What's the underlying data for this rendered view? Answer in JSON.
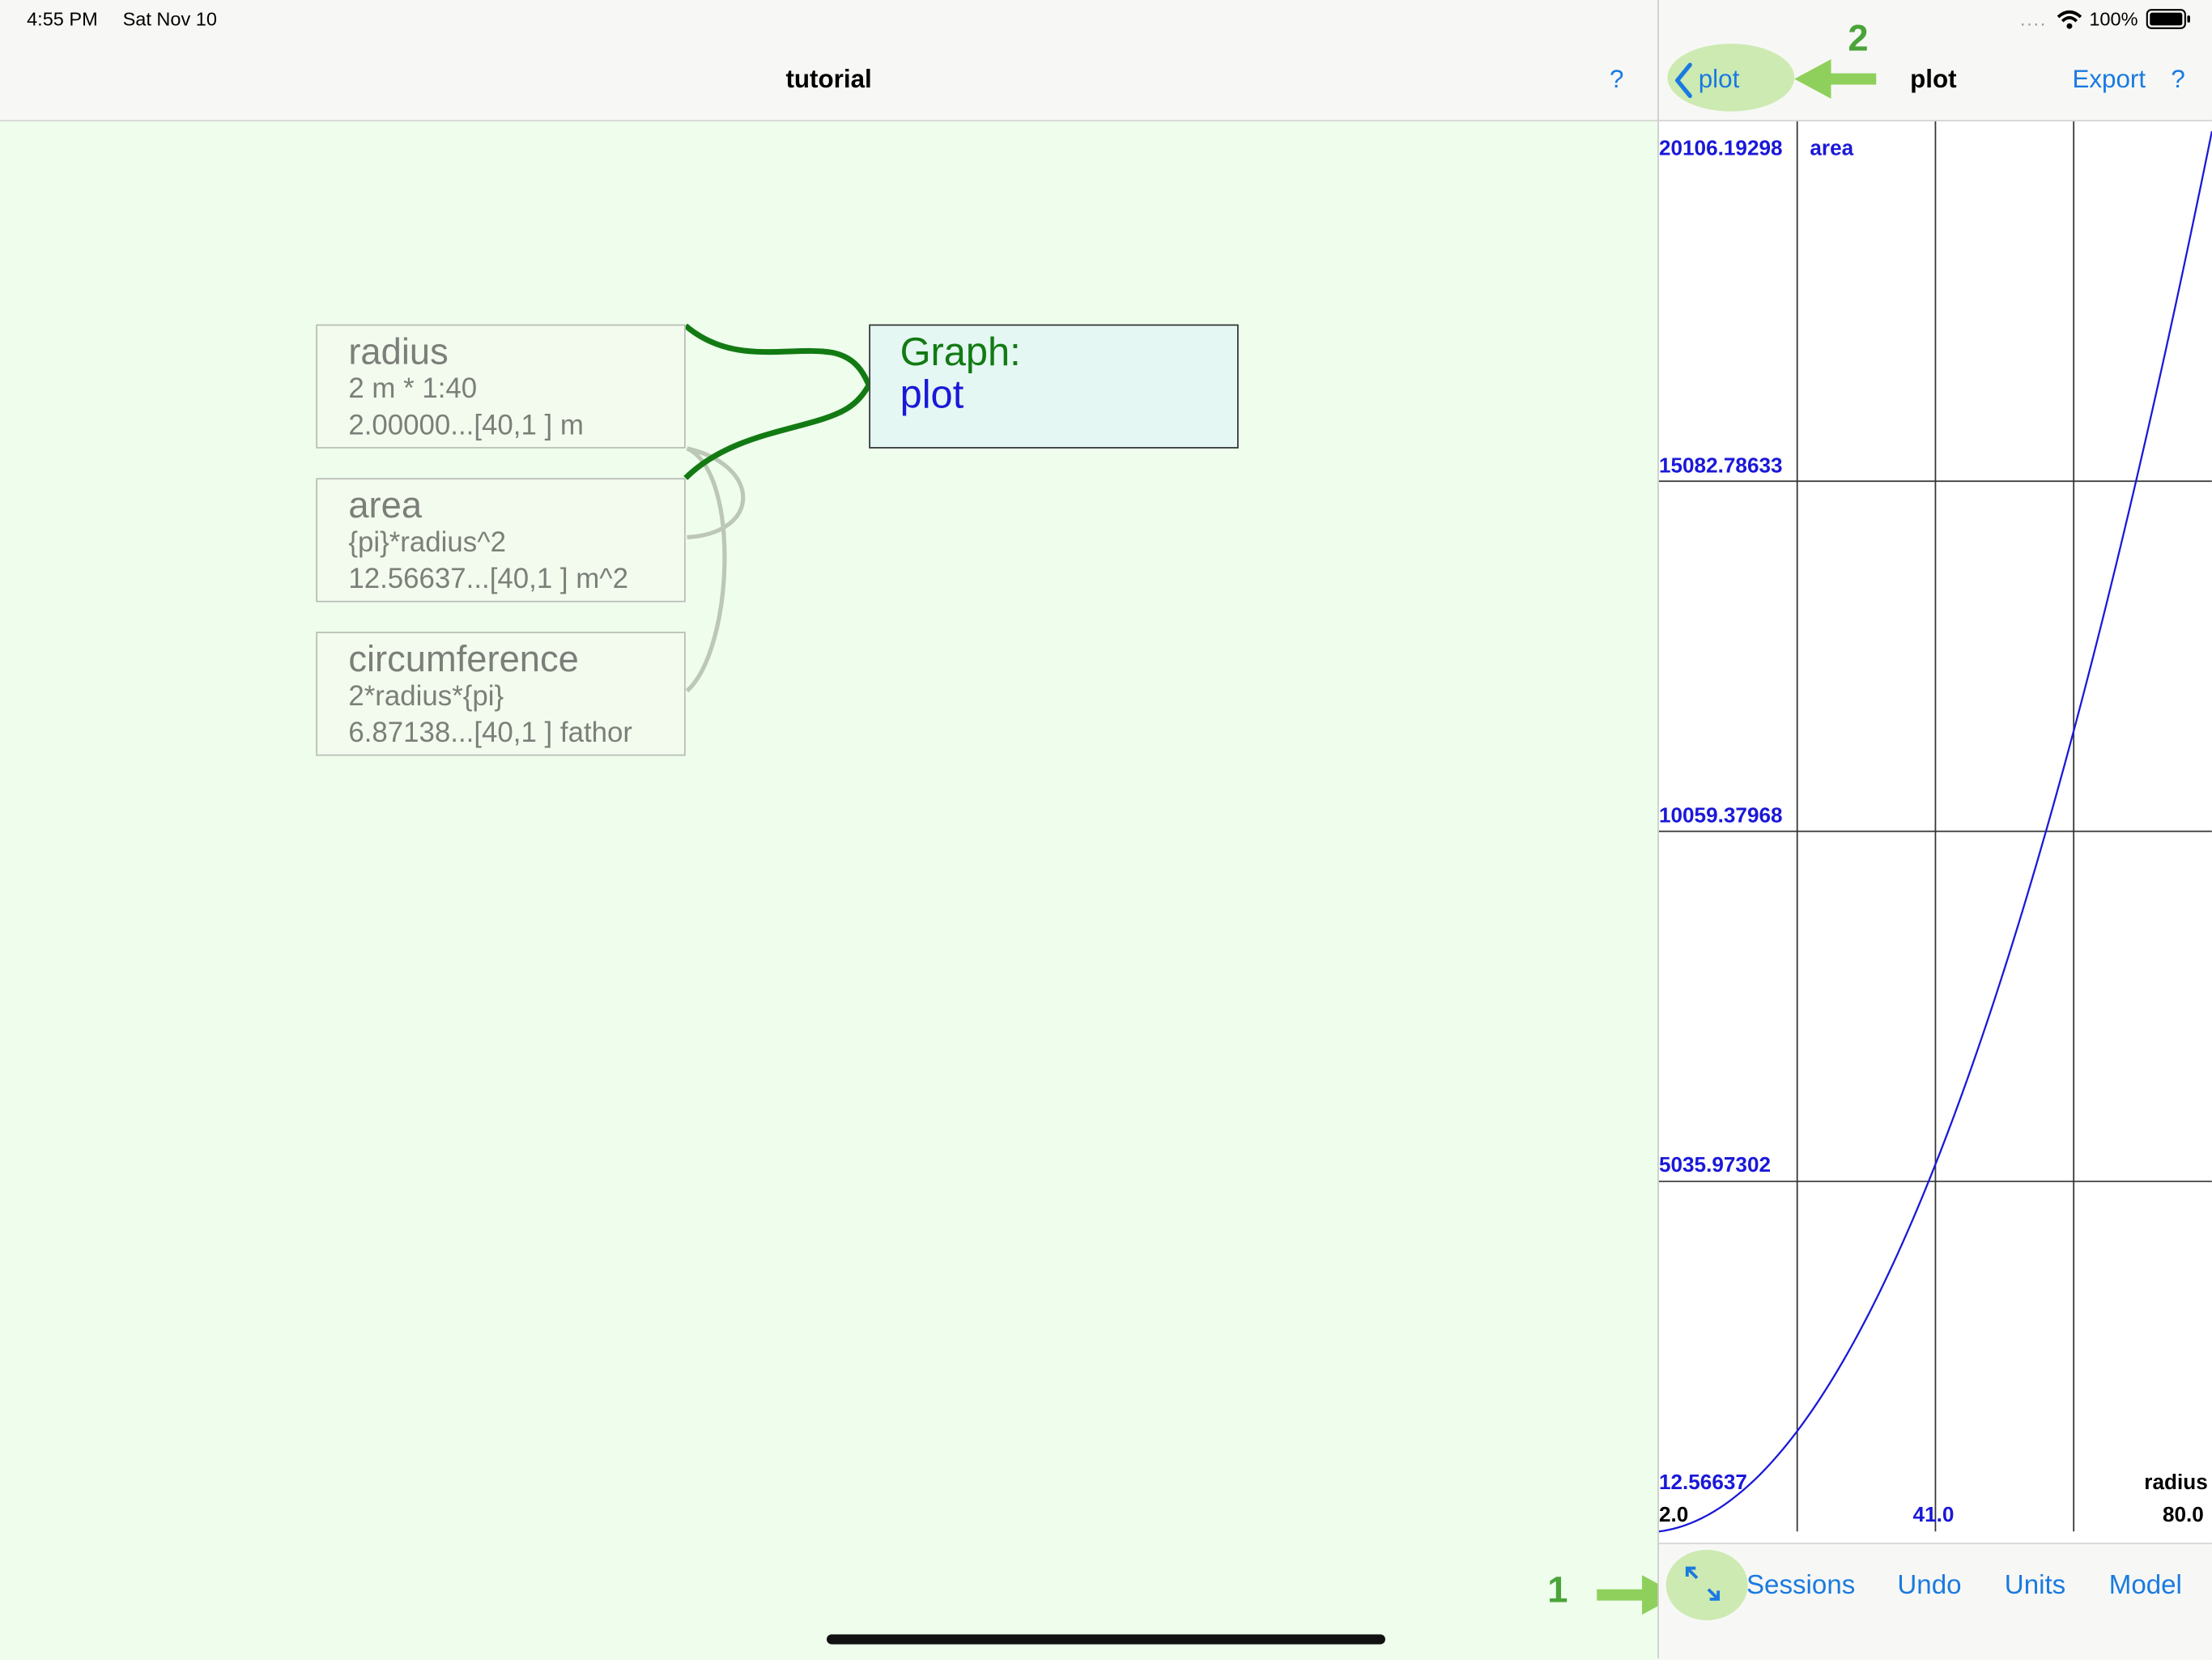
{
  "status_bar": {
    "time": "4:55 PM",
    "date": "Sat Nov 10",
    "signal": "....",
    "battery": "100%"
  },
  "left_nav": {
    "title": "tutorial",
    "help": "?"
  },
  "nodes": [
    {
      "name": "radius",
      "formula": "2 m * 1:40",
      "value": "2.00000...[40,1 ] m"
    },
    {
      "name": "area",
      "formula": "{pi}*radius^2",
      "value": "12.56637...[40,1 ] m^2"
    },
    {
      "name": "circumference",
      "formula": "2*radius*{pi}",
      "value": "6.87138...[40,1 ] fathor"
    }
  ],
  "graph_node": {
    "label": "Graph:",
    "name": "plot"
  },
  "right_nav": {
    "back_label": "plot",
    "title": "plot",
    "export": "Export",
    "help": "?"
  },
  "annotations": {
    "one": "1",
    "two": "2"
  },
  "chart_data": {
    "type": "line",
    "ylabel": "area",
    "xlabel": "radius",
    "xlim": [
      2.0,
      80.0
    ],
    "ylim": [
      12.56637,
      20106.19298
    ],
    "x_ticks": [
      "2.0",
      "41.0",
      "80.0"
    ],
    "y_ticks": [
      "12.56637",
      "5035.97302",
      "10059.37968",
      "15082.78633",
      "20106.19298"
    ],
    "series": [
      {
        "formula": "{pi}*radius^2",
        "x_start": 2,
        "x_end": 80,
        "color": "#1a18d8"
      }
    ]
  },
  "toolbar": {
    "sessions": "Sessions",
    "undo": "Undo",
    "units": "Units",
    "model": "Model"
  },
  "colors": {
    "accent": "#1a7ae0",
    "plot_line": "#1a18d8",
    "link_active": "#127a12",
    "highlight": "#cdeab2"
  }
}
